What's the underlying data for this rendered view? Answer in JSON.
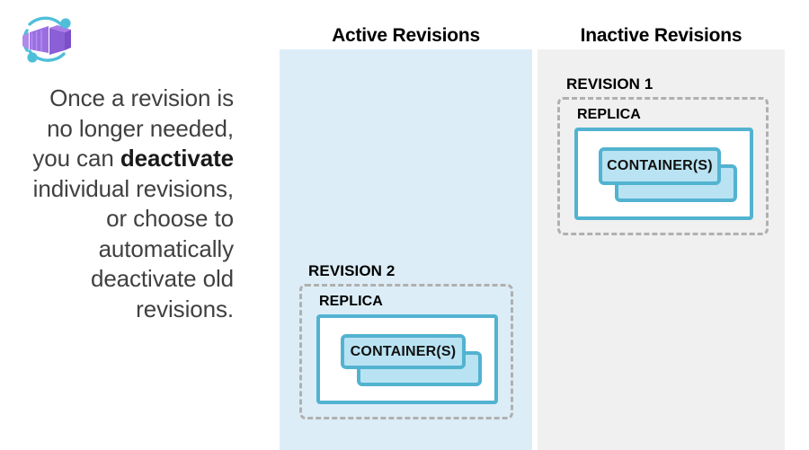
{
  "logo": {
    "name": "azure-container-apps-logo",
    "box_color": "#8957d8",
    "box_color_light": "#a77ce8",
    "box_color_dark": "#6f43c0",
    "arc_color": "#4fbfd9"
  },
  "caption": {
    "line1": "Once a revision is",
    "line2": "no longer needed,",
    "line3_pre": "you can ",
    "line3_bold": "deactivate",
    "line4": "individual revisions,",
    "line5": "or choose to",
    "line6": "automatically",
    "line7": "deactivate old",
    "line8": "revisions."
  },
  "columns": {
    "active": {
      "header": "Active Revisions",
      "background": "#dcedf7"
    },
    "inactive": {
      "header": "Inactive Revisions",
      "background": "#f0f0f0"
    }
  },
  "revisions": [
    {
      "id": "revision-1",
      "label": "REVISION 1",
      "column": "inactive",
      "replica_label": "REPLICA",
      "container_label": "CONTAINER(S)"
    },
    {
      "id": "revision-2",
      "label": "REVISION 2",
      "column": "active",
      "replica_label": "REPLICA",
      "container_label": "CONTAINER(S)"
    }
  ],
  "colors": {
    "container_border": "#52b3d0",
    "container_fill": "#b9e3f2",
    "revision_dash": "#b0b0b0",
    "replica_fill": "#ffffff",
    "text": "#000000",
    "caption_text": "#404040"
  }
}
